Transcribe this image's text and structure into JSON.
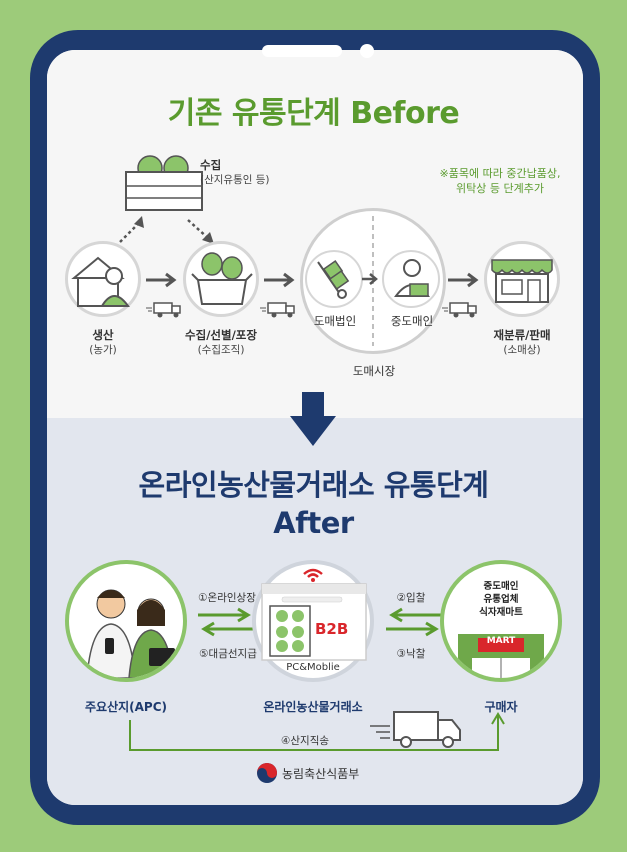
{
  "before": {
    "title": "기존 유통단계 Before",
    "note_line1": "※품목에 따라 중간납품상,",
    "note_line2": "위탁상 등 단계추가",
    "collect": {
      "label": "수집",
      "sub": "(산지유통인 등)"
    },
    "produce": {
      "label": "생산",
      "sub": "(농가)"
    },
    "sort": {
      "label": "수집/선별/포장",
      "sub": "(수집조직)"
    },
    "wholesale_corp": "도매법인",
    "broker": "중도매인",
    "market": "도매시장",
    "retail": {
      "label": "재분류/판매",
      "sub": "(소매상)"
    }
  },
  "after": {
    "title_line1": "온라인농산물거래소 유통단계",
    "title_line2": "After",
    "online_listing": "①온라인상장",
    "bid": "②입찰",
    "award": "③낙찰",
    "direct_ship": "④산지직송",
    "advance_pay": "⑤대금선지급",
    "origin": "주요산지(APC)",
    "exchange": "온라인농산물거래소",
    "buyer": "구매자",
    "b2b": "B2B",
    "pc_mobile": "PC&Moblie",
    "buyer_types": [
      "중도매인",
      "유통업체",
      "식자재마트"
    ],
    "mart": "MART"
  },
  "footer": {
    "ministry": "농림축산식품부"
  },
  "colors": {
    "green": "#5a9b2e",
    "navy": "#1e3a6e",
    "bg": "#9dcb7a",
    "red": "#d9262b"
  }
}
